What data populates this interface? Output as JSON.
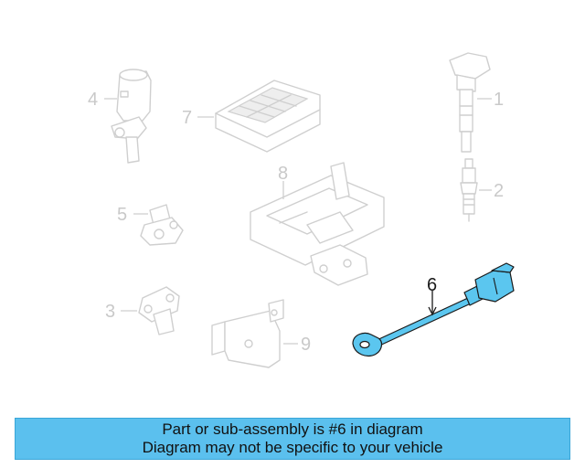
{
  "callouts": {
    "c1": "1",
    "c2": "2",
    "c3": "3",
    "c4": "4",
    "c5": "5",
    "c6": "6",
    "c7": "7",
    "c8": "8",
    "c9": "9"
  },
  "highlight": {
    "part_number": "6",
    "color": "#5bc6ef"
  },
  "banner": {
    "line1": "Part or sub-assembly is #6 in diagram",
    "line2": "Diagram may not be specific to your vehicle",
    "color": "#5bc0ee"
  }
}
